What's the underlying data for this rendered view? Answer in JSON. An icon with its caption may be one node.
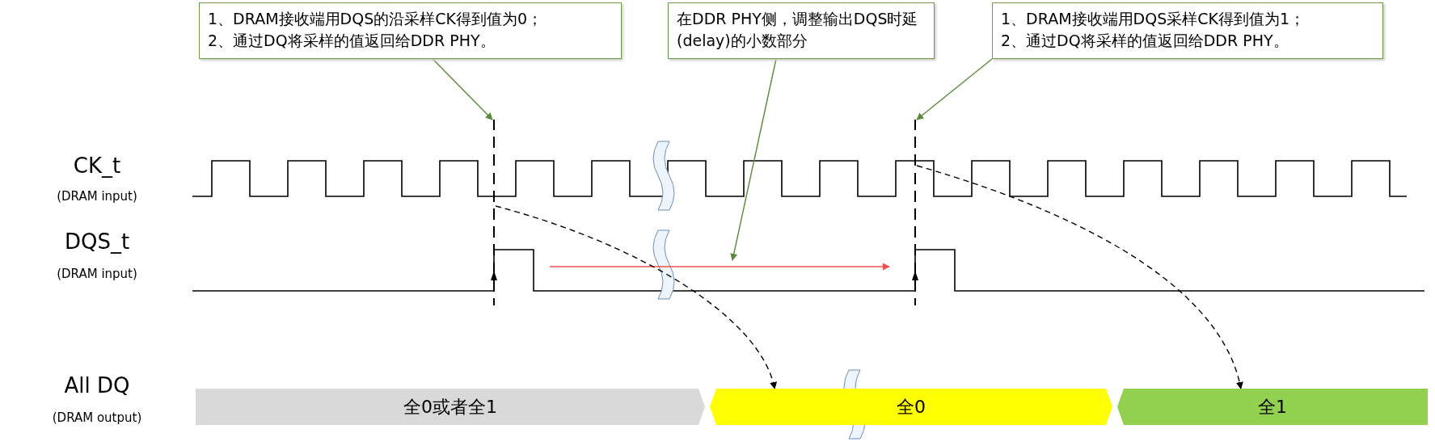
{
  "diagram": {
    "nodes": [
      {
        "text": [
          "1、DRAM接收端用DQS的沿采样CK得到值为0；",
          "2、通过DQ将采样的值返回给DDR PHY。"
        ]
      },
      {
        "text": [
          "在DDR PHY侧，调整输出DQS时延(delay)的小数部分"
        ]
      },
      {
        "text": [
          "1、DRAM接收端用DQS采样CK得到值为1；",
          "2、通过DQ将采样的值返回给DDR PHY。"
        ]
      },
      {
        "text": [],
        "shape": "line"
      },
      {
        "text": [],
        "shape": "line"
      },
      {
        "text": [
          "全0或者全1"
        ]
      },
      {
        "text": [
          "全0"
        ]
      },
      {
        "text": [
          "全1"
        ]
      }
    ],
    "edges": [
      {
        "from": 0,
        "to": 3,
        "arrow": "to"
      },
      {
        "from": 1,
        "to": null,
        "arrow": "to"
      },
      {
        "from": 2,
        "to": 4,
        "arrow": "to"
      },
      {
        "from": 3,
        "to": 4,
        "arrow": "to",
        "color": "#f05050"
      },
      {
        "from": 3,
        "to": 6,
        "arrow": "to",
        "style": "dashed",
        "color": "#000000"
      },
      {
        "from": 4,
        "to": 7,
        "arrow": "to",
        "style": "dashed",
        "color": "#000000"
      }
    ],
    "labels": [
      "CK_t",
      "(DRAM input)",
      "DQS_t",
      "(DRAM input)",
      "All DQ",
      "(DRAM output)"
    ]
  }
}
